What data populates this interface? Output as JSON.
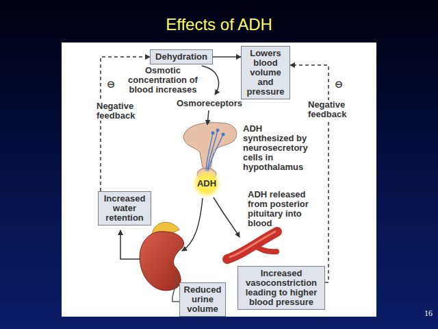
{
  "diagram": {
    "title": "Effects of ADH",
    "nodes": [
      {
        "text": [
          "Dehydration"
        ]
      },
      {
        "text": [
          "Lowers blood volume and pressure"
        ]
      },
      {
        "text": [
          "Increased water retention"
        ]
      },
      {
        "text": [
          "Reduced urine volume"
        ]
      },
      {
        "text": [
          "Increased vasoconstriction leading to higher blood pressure"
        ]
      }
    ],
    "edges": [
      {
        "from": 0,
        "to": 1,
        "arrow": "to"
      },
      {
        "from": 2,
        "to": 0,
        "arrow": "to"
      },
      {
        "from": 4,
        "to": 1,
        "arrow": "to"
      }
    ],
    "labels": [
      "Osmotic concentration of blood increases",
      "Osmoreceptors",
      "⊖",
      "Negative feedback",
      "⊖",
      "Negative feedback",
      "ADH synthesized by neurosecretory cells in hypothalamus",
      "ADH",
      "ADH released from posterior pituitary into blood",
      "16"
    ]
  }
}
